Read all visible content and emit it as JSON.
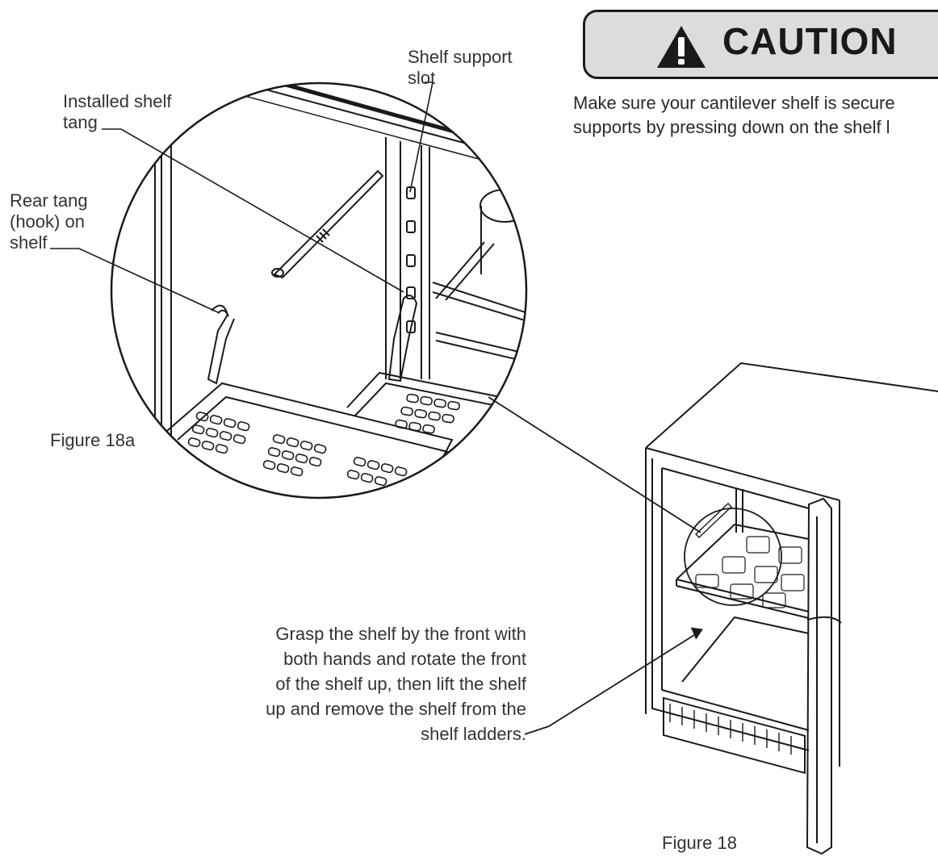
{
  "caution": {
    "title": "CAUTION",
    "text": "Make sure your cantilever shelf is secure\nsupports by pressing down on the shelf l",
    "icon": "warning-triangle-icon"
  },
  "callouts": {
    "shelf_support_slot": "Shelf support\nslot",
    "installed_shelf_tang": "Installed shelf\ntang",
    "rear_tang": "Rear tang\n(hook) on\nshelf",
    "instruction": "Grasp the shelf by the front with\nboth hands and rotate the front\nof the shelf up, then lift the shelf\nup and remove the shelf from the\nshelf ladders."
  },
  "figures": {
    "detail": "Figure 18a",
    "main": "Figure 18"
  }
}
